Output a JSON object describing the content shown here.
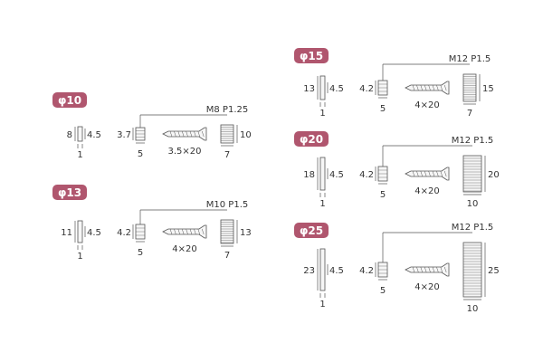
{
  "colors": {
    "badge": "#b0566e",
    "line": "#555555",
    "part_fill": "#f6f6f6"
  },
  "groups": [
    {
      "badge": "φ10",
      "washer": {
        "height_label": "8",
        "offset_label": "4.5",
        "thickness_label": "1"
      },
      "spacer": {
        "height_label": "3.7",
        "width_label": "5"
      },
      "screw": {
        "label": "3.5×20"
      },
      "nut": {
        "thread_label": "M8 P1.25",
        "height_label": "10",
        "width_label": "7"
      }
    },
    {
      "badge": "φ13",
      "washer": {
        "height_label": "11",
        "offset_label": "4.5",
        "thickness_label": "1"
      },
      "spacer": {
        "height_label": "4.2",
        "width_label": "5"
      },
      "screw": {
        "label": "4×20"
      },
      "nut": {
        "thread_label": "M10 P1.5",
        "height_label": "13",
        "width_label": "7"
      }
    },
    {
      "badge": "φ15",
      "washer": {
        "height_label": "13",
        "offset_label": "4.5",
        "thickness_label": "1"
      },
      "spacer": {
        "height_label": "4.2",
        "width_label": "5"
      },
      "screw": {
        "label": "4×20"
      },
      "nut": {
        "thread_label": "M12 P1.5",
        "height_label": "15",
        "width_label": "7"
      }
    },
    {
      "badge": "φ20",
      "washer": {
        "height_label": "18",
        "offset_label": "4.5",
        "thickness_label": "1"
      },
      "spacer": {
        "height_label": "4.2",
        "width_label": "5"
      },
      "screw": {
        "label": "4×20"
      },
      "nut": {
        "thread_label": "M12 P1.5",
        "height_label": "20",
        "width_label": "10"
      }
    },
    {
      "badge": "φ25",
      "washer": {
        "height_label": "23",
        "offset_label": "4.5",
        "thickness_label": "1"
      },
      "spacer": {
        "height_label": "4.2",
        "width_label": "5"
      },
      "screw": {
        "label": "4×20"
      },
      "nut": {
        "thread_label": "M12 P1.5",
        "height_label": "25",
        "width_label": "10"
      }
    }
  ]
}
